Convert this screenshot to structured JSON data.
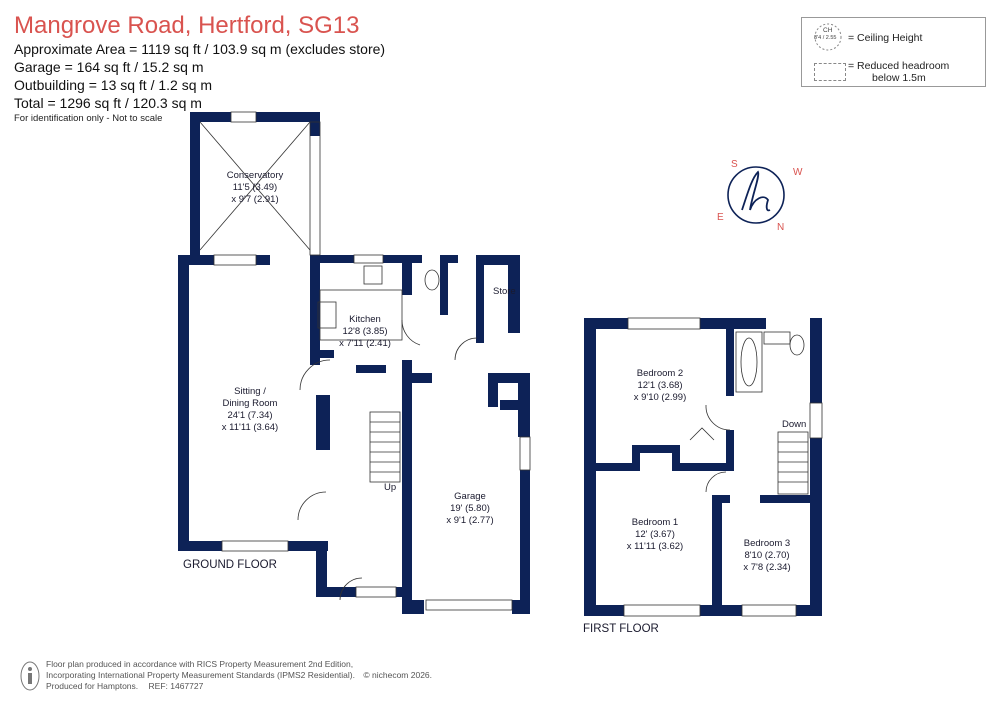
{
  "header": {
    "title": "Mangrove Road, Hertford, SG13",
    "areas": [
      "Approximate Area = 1119 sq ft / 103.9 sq m (excludes store)",
      "Garage = 164 sq ft / 15.2 sq m",
      "Outbuilding = 13 sq ft / 1.2 sq m",
      "Total = 1296 sq ft / 120.3 sq m"
    ],
    "disclaimer": "For identification only - Not to scale"
  },
  "legend": {
    "ch_abbr": "CH",
    "ch_sample": "8'4 / 2.55",
    "ceiling_label": "= Ceiling Height",
    "headroom_label_1": "= Reduced headroom",
    "headroom_label_2": "below 1.5m"
  },
  "compass": {
    "n": "N",
    "s": "S",
    "e": "E",
    "w": "W"
  },
  "ground_floor": {
    "label": "GROUND FLOOR",
    "rooms": [
      {
        "name": "Conservatory",
        "line2": "11'5 (3.49)",
        "line3": "x 9'7 (2.91)"
      },
      {
        "name": "Kitchen",
        "line2": "12'8 (3.85)",
        "line3": "x 7'11 (2.41)"
      },
      {
        "name": "Sitting /",
        "line2": "Dining Room",
        "line3": "24'1 (7.34)",
        "line4": "x 11'11 (3.64)"
      },
      {
        "name": "Garage",
        "line2": "19' (5.80)",
        "line3": "x 9'1 (2.77)"
      }
    ],
    "store": "Store",
    "up": "Up"
  },
  "first_floor": {
    "label": "FIRST FLOOR",
    "rooms": [
      {
        "name": "Bedroom 2",
        "line2": "12'1 (3.68)",
        "line3": "x 9'10 (2.99)"
      },
      {
        "name": "Bedroom 1",
        "line2": "12' (3.67)",
        "line3": "x 11'11 (3.62)"
      },
      {
        "name": "Bedroom 3",
        "line2": "8'10 (2.70)",
        "line3": "x 7'8 (2.34)"
      }
    ],
    "down": "Down"
  },
  "footer": {
    "line1": "Floor plan produced in accordance with RICS Property Measurement 2nd Edition,",
    "line2": "Incorporating International Property Measurement Standards (IPMS2 Residential).",
    "copyright": "© nichecom 2026.",
    "line3": "Produced for Hamptons.",
    "ref": "REF: 1467727"
  },
  "colors": {
    "wall": "#0d2257",
    "title": "#d9534f",
    "compass_letters": "#d9534f"
  }
}
